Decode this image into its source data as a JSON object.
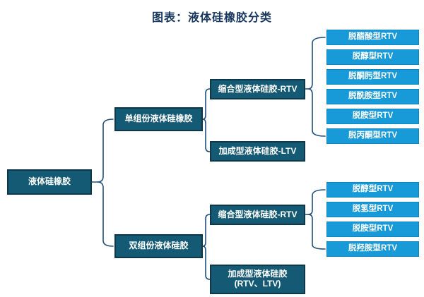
{
  "title": "图表：液体硅橡胶分类",
  "tree": {
    "root": {
      "label": "液体硅橡胶"
    },
    "level2": [
      {
        "label": "单组份液体硅橡胶"
      },
      {
        "label": "双组份液体硅胶"
      }
    ],
    "level3": [
      {
        "label": "缩合型液体硅胶-RTV"
      },
      {
        "label": "加成型液体硅胶-LTV"
      },
      {
        "label": "缩合型液体硅胶-RTV"
      },
      {
        "label": "加成型液体硅胶(RTV、LTV)"
      }
    ],
    "leaves_top": [
      "脱醋酸型RTV",
      "脱醇型RTV",
      "脱酮肟型RTV",
      "脱酰胺型RTV",
      "脱胺型RTV",
      "脱丙酮型RTV"
    ],
    "leaves_bottom": [
      "脱醇型RTV",
      "脱氢型RTV",
      "脱胺型RTV",
      "脱羟胺型RTV"
    ]
  },
  "colors": {
    "title_text": "#17375e",
    "dark_box_fill": "#155a74",
    "dark_box_border": "#0e3749",
    "light_box_fill": "#189ad8",
    "light_box_border": "#0d86c4",
    "connector_line": "#1f4e79",
    "box_text": "#ffffff"
  }
}
